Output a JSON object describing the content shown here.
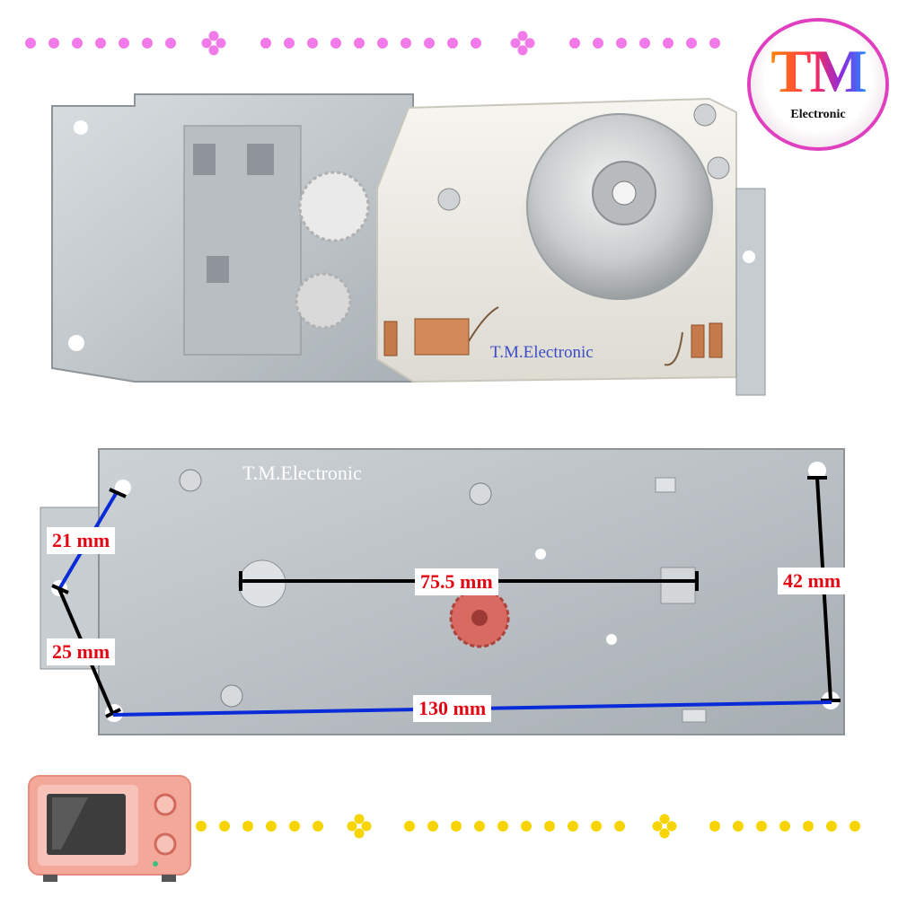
{
  "logo": {
    "letters": "TM",
    "subtitle": "Electronic",
    "ring_color": "#e040c0"
  },
  "product_top": {
    "watermark": "T.M.Electronic"
  },
  "product_bottom": {
    "watermark": "T.M.Electronic"
  },
  "dimensions": {
    "hole_to_hole_diag_upper": "21 mm",
    "hole_to_hole_diag_lower": "25 mm",
    "shaft_spacing": "75.5 mm",
    "plate_height": "42 mm",
    "plate_length": "130 mm"
  },
  "colors": {
    "pink_dots": "#f279e8",
    "yellow_dots": "#f5d400",
    "measure_text": "#e30613",
    "blue_line": "#0a2bd8",
    "black_line": "#000000"
  },
  "icons": [
    "microwave-icon",
    "flower-ornament-icon"
  ]
}
